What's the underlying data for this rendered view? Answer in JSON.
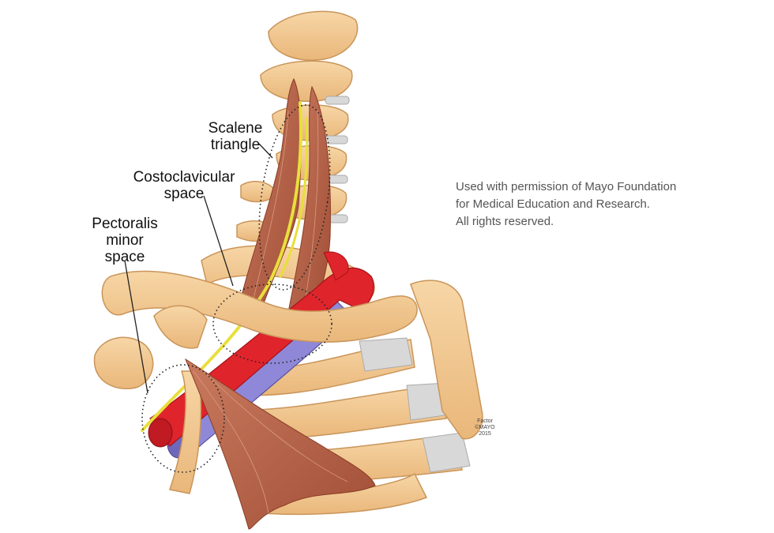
{
  "labels": {
    "scalene": [
      "Scalene",
      "triangle"
    ],
    "costoclavicular": [
      "Costoclavicular",
      "space"
    ],
    "pectoralis": [
      "Pectoralis",
      "minor",
      "space"
    ]
  },
  "credit": {
    "line1": "Used with permission of Mayo Foundation",
    "line2": "for Medical Education and Research.",
    "line3": "All rights reserved."
  },
  "signature": {
    "line1": "Factor",
    "line2": "©MAYO",
    "line3": "2015"
  },
  "colors": {
    "bone": "#f2c48c",
    "bone_outline": "#c9955a",
    "cartilage": "#d8d8d8",
    "muscle": "#b8654a",
    "artery": "#e0242c",
    "vein": "#8f88d8",
    "nerve": "#e8df3c"
  }
}
